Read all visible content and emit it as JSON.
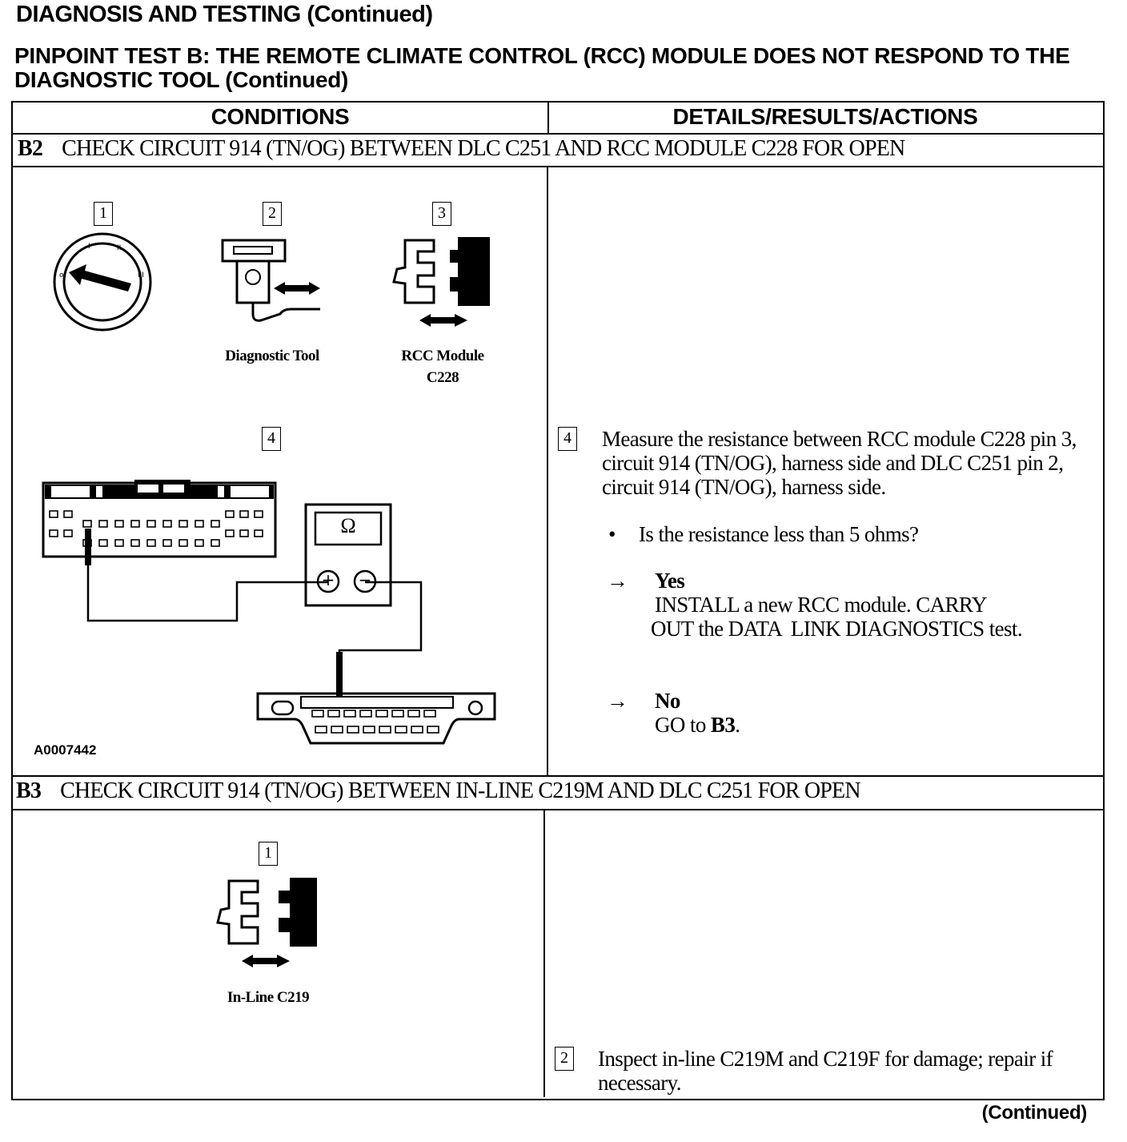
{
  "page_title": "DIAGNOSIS AND TESTING (Continued)",
  "test_title": "PINPOINT TEST B: THE REMOTE CLIMATE CONTROL (RCC) MODULE DOES NOT RESPOND TO THE DIAGNOSTIC TOOL (Continued)",
  "columns": {
    "conditions": "CONDITIONS",
    "details": "DETAILS/RESULTS/ACTIONS"
  },
  "steps": [
    {
      "id": "B2",
      "heading": "CHECK CIRCUIT 914 (TN/OG) BETWEEN DLC C251 AND RCC MODULE C228 FOR OPEN",
      "figure": {
        "labels": [
          "1",
          "2",
          "3",
          "4"
        ],
        "captions": {
          "diagnostic_tool": "Diagnostic Tool",
          "rcc_module_line1": "RCC Module",
          "rcc_module_line2": "C228"
        },
        "meter_symbol": "Ω",
        "plus": "+",
        "minus": "−",
        "art_id": "A0007442"
      },
      "action_number": "4",
      "action": "Measure the resistance between RCC module C228 pin 3, circuit 914 (TN/OG), harness side and DLC C251 pin 2, circuit 914 (TN/OG), harness side.",
      "question": "Is the resistance less than 5 ohms?",
      "yes": {
        "label": "Yes",
        "line1": "INSTALL a new RCC module. CARRY",
        "line2": "OUT the DATA  LINK DIAGNOSTICS test."
      },
      "no": {
        "label": "No",
        "text": "GO to ",
        "target": "B3",
        "suffix": "."
      }
    },
    {
      "id": "B3",
      "heading": "CHECK CIRCUIT 914 (TN/OG) BETWEEN IN-LINE C219M AND DLC C251 FOR OPEN",
      "figure": {
        "labels": [
          "1"
        ],
        "caption": "In-Line C219"
      },
      "action_number": "2",
      "action": "Inspect in-line C219M and C219F for damage; repair if necessary."
    }
  ],
  "footer": "(Continued)"
}
